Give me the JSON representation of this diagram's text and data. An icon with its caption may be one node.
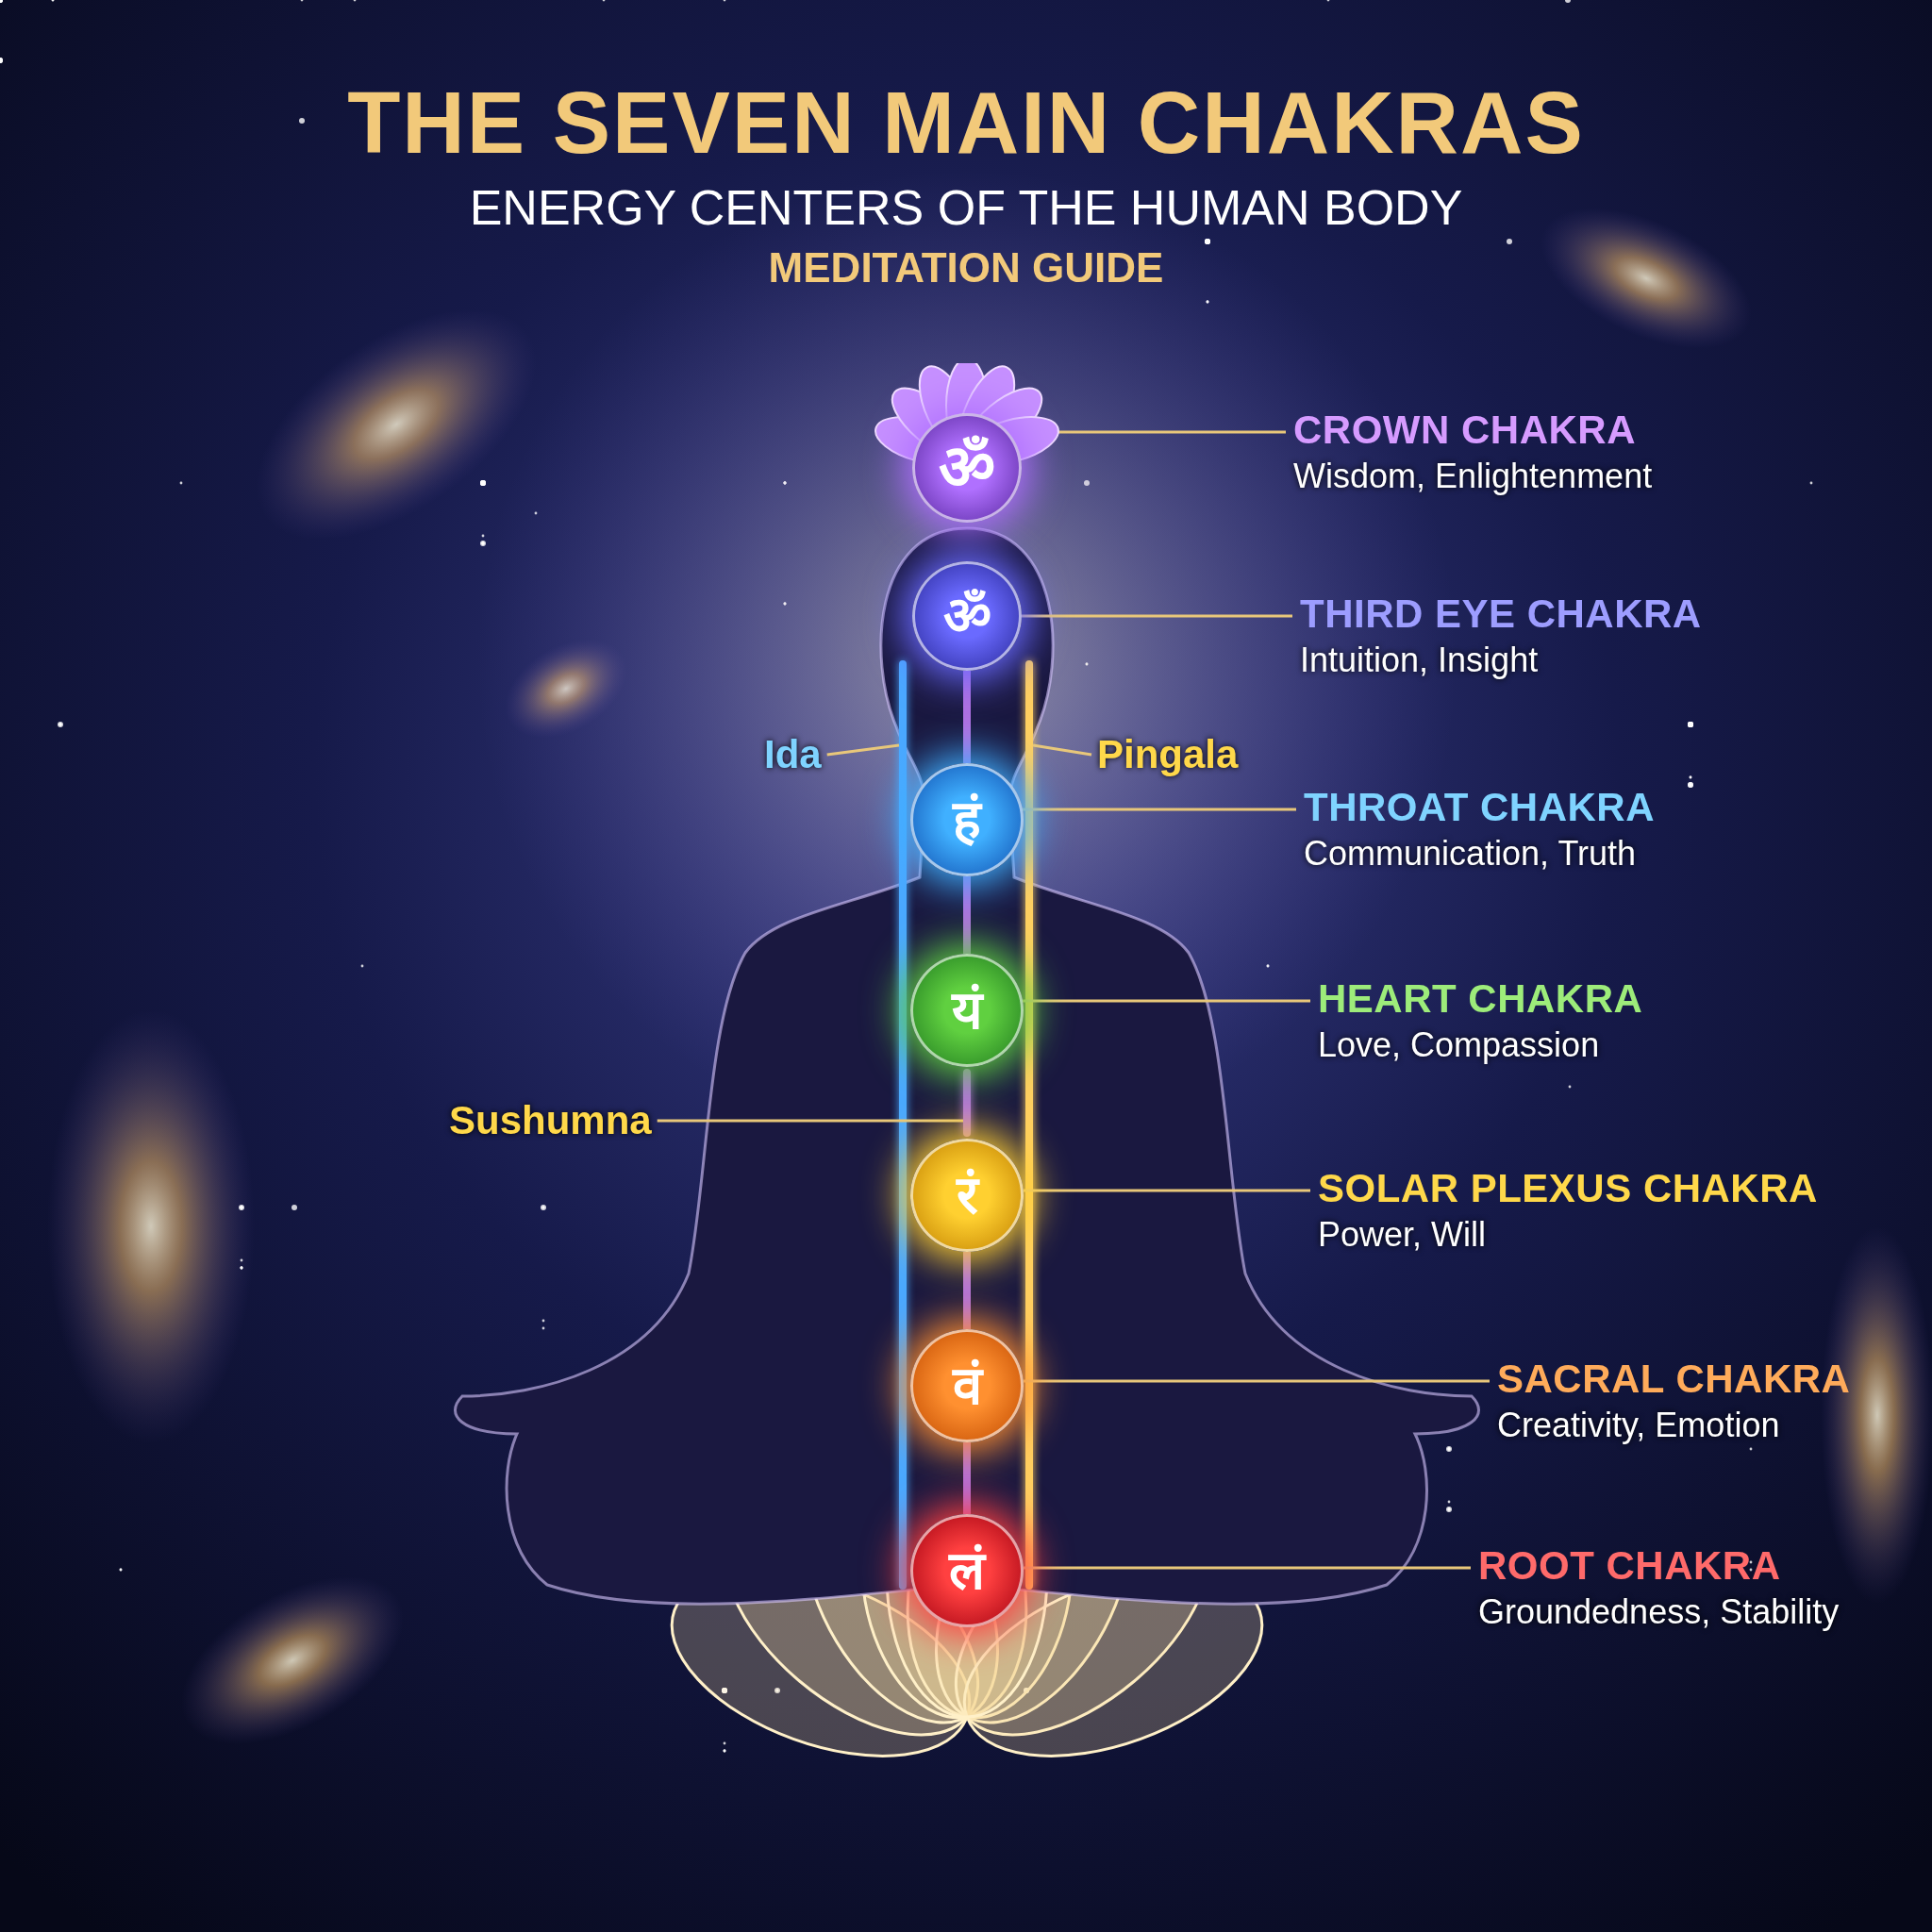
{
  "diagram": {
    "title": "THE SEVEN MAIN CHAKRAS",
    "nodes": [
      {
        "text": [
          "ॐ"
        ]
      },
      {
        "text": [
          "ॐ"
        ]
      },
      {
        "text": [
          "हं"
        ]
      },
      {
        "text": [
          "यं"
        ]
      },
      {
        "text": [
          "रं"
        ]
      },
      {
        "text": [
          "वं"
        ]
      },
      {
        "text": [
          "लं"
        ]
      },
      {
        "text": [
          "CROWN CHAKRA",
          "Wisdom, Enlightenment"
        ]
      },
      {
        "text": [
          "THIRD EYE CHAKRA",
          "Intuition, Insight"
        ]
      },
      {
        "text": [
          "THROAT CHAKRA",
          "Communication, Truth"
        ]
      },
      {
        "text": [
          "HEART CHAKRA",
          "Love, Compassion"
        ]
      },
      {
        "text": [
          "SOLAR PLEXUS CHAKRA",
          "Power, Will"
        ]
      },
      {
        "text": [
          "SACRAL CHAKRA",
          "Creativity, Emotion"
        ]
      },
      {
        "text": [
          "ROOT CHAKRA",
          "Groundedness, Stability"
        ]
      },
      {
        "text": [
          "Ida"
        ]
      },
      {
        "text": [
          "Pingala"
        ]
      },
      {
        "text": [
          "Sushumna"
        ]
      },
      {
        "text": [],
        "shape": "bar"
      },
      {
        "text": [],
        "shape": "bar"
      },
      {
        "text": [],
        "shape": "bar"
      }
    ],
    "edges": [
      {
        "from": 7,
        "to": 0,
        "arrow": "none"
      },
      {
        "from": 8,
        "to": 1,
        "arrow": "none"
      },
      {
        "from": 9,
        "to": 2,
        "arrow": "none"
      },
      {
        "from": 10,
        "to": 3,
        "arrow": "none"
      },
      {
        "from": 11,
        "to": 4,
        "arrow": "none"
      },
      {
        "from": 12,
        "to": 5,
        "arrow": "none"
      },
      {
        "from": 13,
        "to": 6,
        "arrow": "none"
      },
      {
        "from": 14,
        "to": 17,
        "arrow": "none"
      },
      {
        "from": 15,
        "to": 19,
        "arrow": "none"
      },
      {
        "from": 16,
        "to": 18,
        "arrow": "none"
      },
      {
        "from": 1,
        "to": 2,
        "arrow": "none",
        "style": "thick",
        "color": "#b070e0"
      },
      {
        "from": 2,
        "to": 3,
        "arrow": "none",
        "style": "thick",
        "color": "#b070e0"
      },
      {
        "from": 4,
        "to": 5,
        "arrow": "none",
        "style": "thick",
        "color": "#b070e0"
      },
      {
        "from": 5,
        "to": 6,
        "arrow": "none",
        "style": "thick",
        "color": "#b070e0"
      }
    ],
    "labels": [
      "ENERGY CENTERS OF THE HUMAN BODY",
      "MEDITATION GUIDE"
    ]
  }
}
